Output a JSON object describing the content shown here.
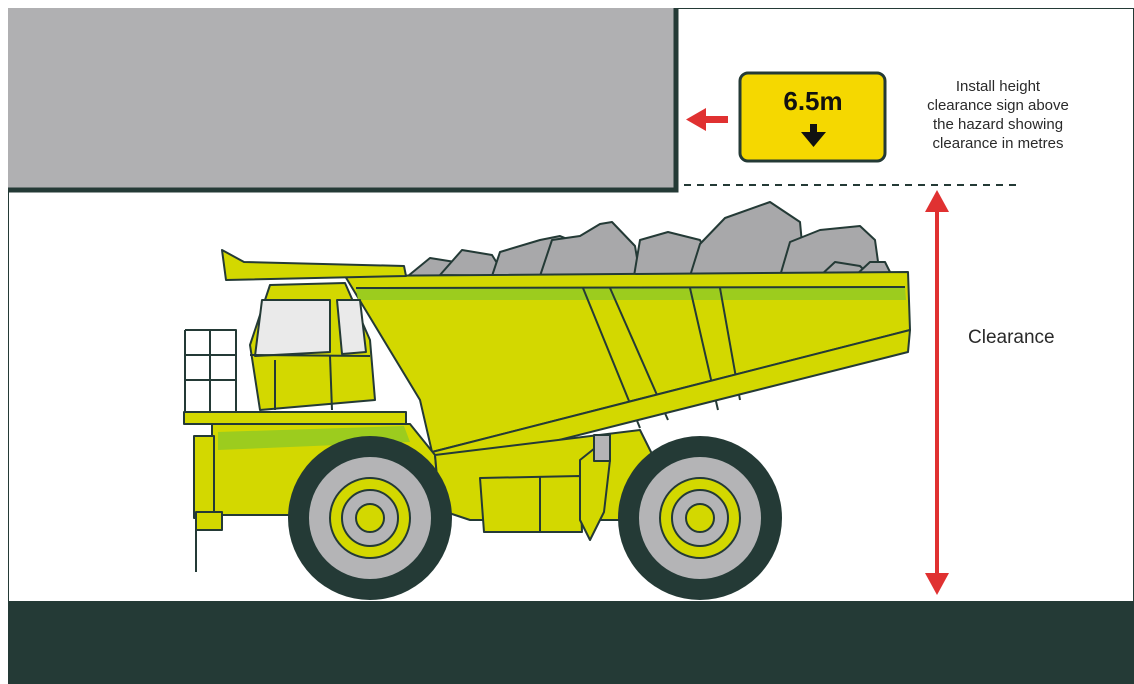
{
  "sign": {
    "value": "6.5m",
    "arrow_icon": "down-arrow-icon",
    "color": "#f5d800"
  },
  "note": {
    "lines": [
      "Install height",
      "clearance sign above",
      "the hazard showing",
      "clearance in metres"
    ]
  },
  "clearance_label": "Clearance",
  "colors": {
    "overhead_structure": "#b0b0b2",
    "ground": "#243a36",
    "truck_body": "#d3d800",
    "truck_shade": "#9ccc1e",
    "rocks": "#a8a8aa",
    "tyre": "#243a36",
    "hub": "#b4b4b6",
    "arrow_red": "#e03131"
  }
}
